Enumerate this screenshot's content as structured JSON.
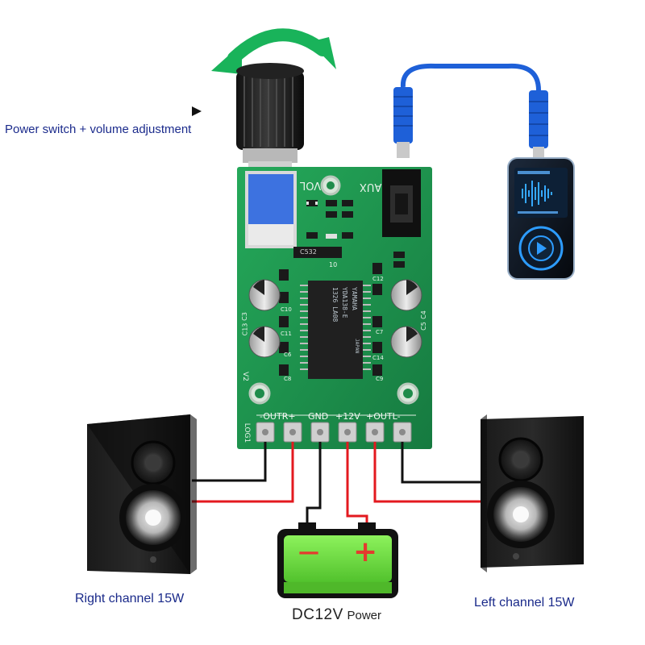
{
  "labels": {
    "power_switch": "Power switch + volume adjustment",
    "right_channel": "Right channel 15W",
    "left_channel": "Left channel 15W",
    "dc_power_a": "DC12V",
    "dc_power_b": "Power"
  },
  "board": {
    "vol": "VOL",
    "aux": "AUX",
    "pins": [
      "-OUTR+",
      "GND",
      "+12V",
      "+OUTL-"
    ],
    "chip": [
      "YAMAHA",
      "YDA138-E",
      "1326 LA08",
      "JAPAN"
    ],
    "part_codes": [
      "C3",
      "C13",
      "C4",
      "C5",
      "C6",
      "C7",
      "C8",
      "C9",
      "C10",
      "C11",
      "C12",
      "C14",
      "10",
      "V2",
      "LOG1",
      "C532"
    ]
  },
  "battery": {
    "minus": "—",
    "plus": "+"
  },
  "colors": {
    "board_green": "#1f9a52",
    "arrow_green": "#19b35a",
    "wire_red": "#e3191f",
    "wire_black": "#111111",
    "cable_blue": "#1e60d8",
    "battery_green": "#76e04a",
    "label_blue": "#1b2b8c"
  },
  "icons": [
    "rotate-arrow-icon",
    "play-triangle-icon",
    "speaker-icon",
    "battery-icon",
    "music-player-icon"
  ]
}
